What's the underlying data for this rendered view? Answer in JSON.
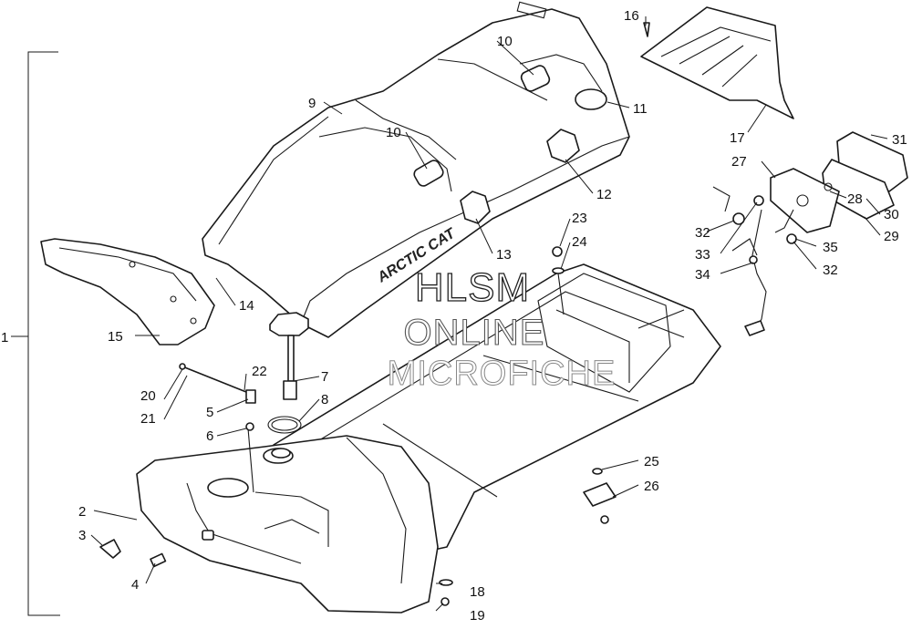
{
  "watermark": {
    "line1": "HLSM",
    "line2": "ONLINE",
    "line3": "MICROFICHE"
  },
  "seat_brand": "ARCTIC CAT",
  "callouts": [
    {
      "id": "c1",
      "label": "1"
    },
    {
      "id": "c2",
      "label": "2"
    },
    {
      "id": "c3",
      "label": "3"
    },
    {
      "id": "c4",
      "label": "4"
    },
    {
      "id": "c5",
      "label": "5"
    },
    {
      "id": "c6",
      "label": "6"
    },
    {
      "id": "c7",
      "label": "7"
    },
    {
      "id": "c8",
      "label": "8"
    },
    {
      "id": "c9",
      "label": "9"
    },
    {
      "id": "c10a",
      "label": "10"
    },
    {
      "id": "c10b",
      "label": "10"
    },
    {
      "id": "c11",
      "label": "11"
    },
    {
      "id": "c12",
      "label": "12"
    },
    {
      "id": "c13",
      "label": "13"
    },
    {
      "id": "c14",
      "label": "14"
    },
    {
      "id": "c15",
      "label": "15"
    },
    {
      "id": "c16",
      "label": "16"
    },
    {
      "id": "c17",
      "label": "17"
    },
    {
      "id": "c18",
      "label": "18"
    },
    {
      "id": "c19",
      "label": "19"
    },
    {
      "id": "c20",
      "label": "20"
    },
    {
      "id": "c21",
      "label": "21"
    },
    {
      "id": "c22",
      "label": "22"
    },
    {
      "id": "c23",
      "label": "23"
    },
    {
      "id": "c24",
      "label": "24"
    },
    {
      "id": "c25",
      "label": "25"
    },
    {
      "id": "c26",
      "label": "26"
    },
    {
      "id": "c27",
      "label": "27"
    },
    {
      "id": "c28",
      "label": "28"
    },
    {
      "id": "c29",
      "label": "29"
    },
    {
      "id": "c30",
      "label": "30"
    },
    {
      "id": "c31",
      "label": "31"
    },
    {
      "id": "c32a",
      "label": "32"
    },
    {
      "id": "c32b",
      "label": "32"
    },
    {
      "id": "c33",
      "label": "33"
    },
    {
      "id": "c34",
      "label": "34"
    },
    {
      "id": "c35",
      "label": "35"
    }
  ]
}
